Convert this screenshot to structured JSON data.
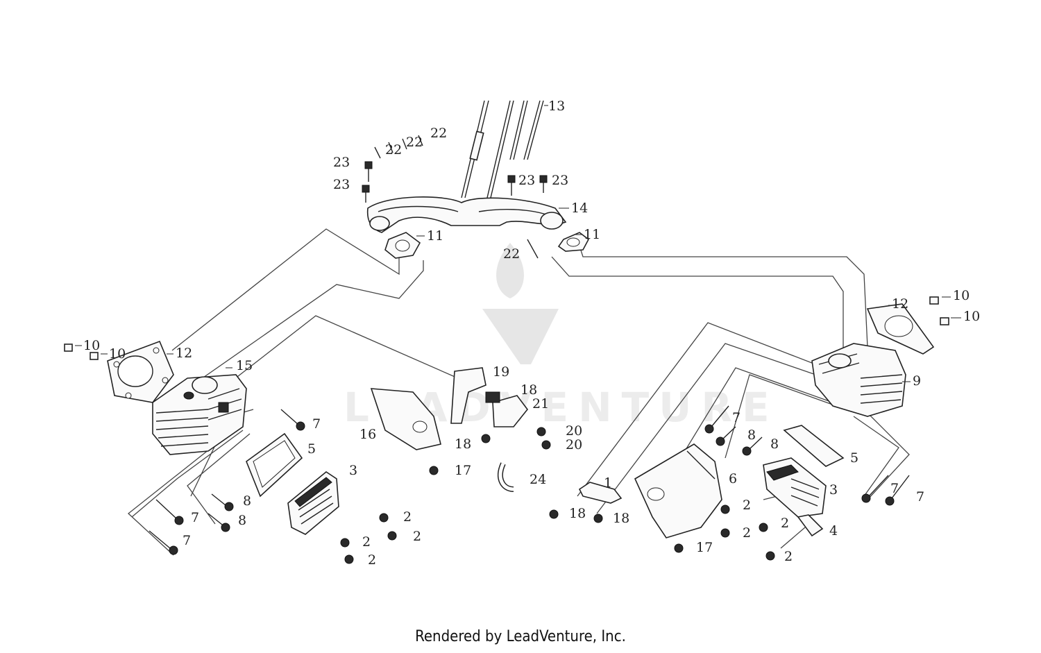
{
  "watermark": {
    "text": "LEADVENTURE"
  },
  "footer": {
    "text": "Rendered by LeadVenture, Inc."
  },
  "labels": {
    "l13": "13",
    "l14": "14",
    "l22a": "22",
    "l22b": "22",
    "l22c": "22",
    "l22d": "22",
    "l23a": "23",
    "l23b": "23",
    "l23c": "23",
    "l23d": "23",
    "l11a": "11",
    "l11b": "11",
    "l10a": "10",
    "l10b": "10",
    "l10c": "10",
    "l10d": "10",
    "l12a": "12",
    "l12b": "12",
    "l15": "15",
    "l9": "9",
    "l7a": "7",
    "l7b": "7",
    "l7c": "7",
    "l7d": "7",
    "l7e": "7",
    "l7f": "7",
    "l8a": "8",
    "l8b": "8",
    "l8c": "8",
    "l8d": "8",
    "l5a": "5",
    "l5b": "5",
    "l3a": "3",
    "l3b": "3",
    "l2a": "2",
    "l2b": "2",
    "l2c": "2",
    "l2d": "2",
    "l2e": "2",
    "l2f": "2",
    "l2g": "2",
    "l2h": "2",
    "l19": "19",
    "l21": "21",
    "l18a": "18",
    "l18b": "18",
    "l18c": "18",
    "l18d": "18",
    "l20a": "20",
    "l20b": "20",
    "l16": "16",
    "l17a": "17",
    "l17b": "17",
    "l24": "24",
    "l1": "1",
    "l6": "6",
    "l4": "4"
  }
}
